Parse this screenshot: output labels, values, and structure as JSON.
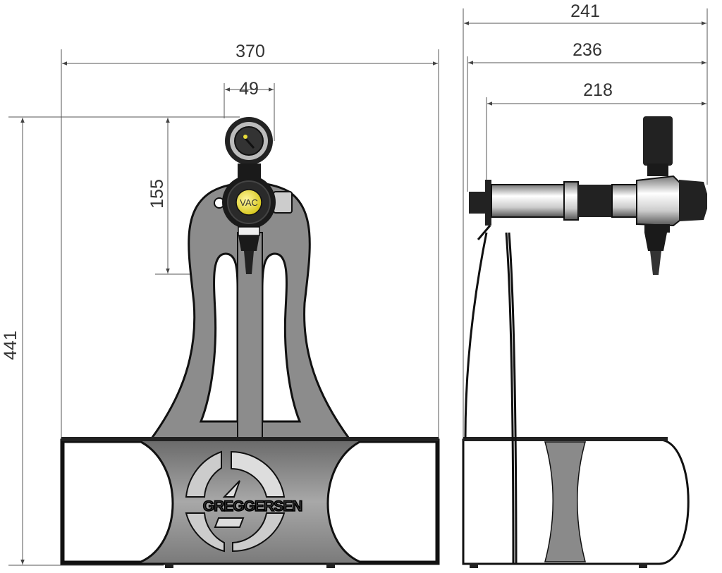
{
  "dimensions": {
    "front_width": "370",
    "gauge_width": "49",
    "tap_height": "155",
    "total_height": "441",
    "side_depth_total": "241",
    "side_depth_body": "236",
    "side_depth_tap": "218"
  },
  "labels": {
    "regulator": "VAC",
    "brand": "GREGGERSEN"
  },
  "colors": {
    "stand_grey": "#8c8c8c",
    "regulator_yellow": "#e8dc3a",
    "outline": "#111111"
  }
}
